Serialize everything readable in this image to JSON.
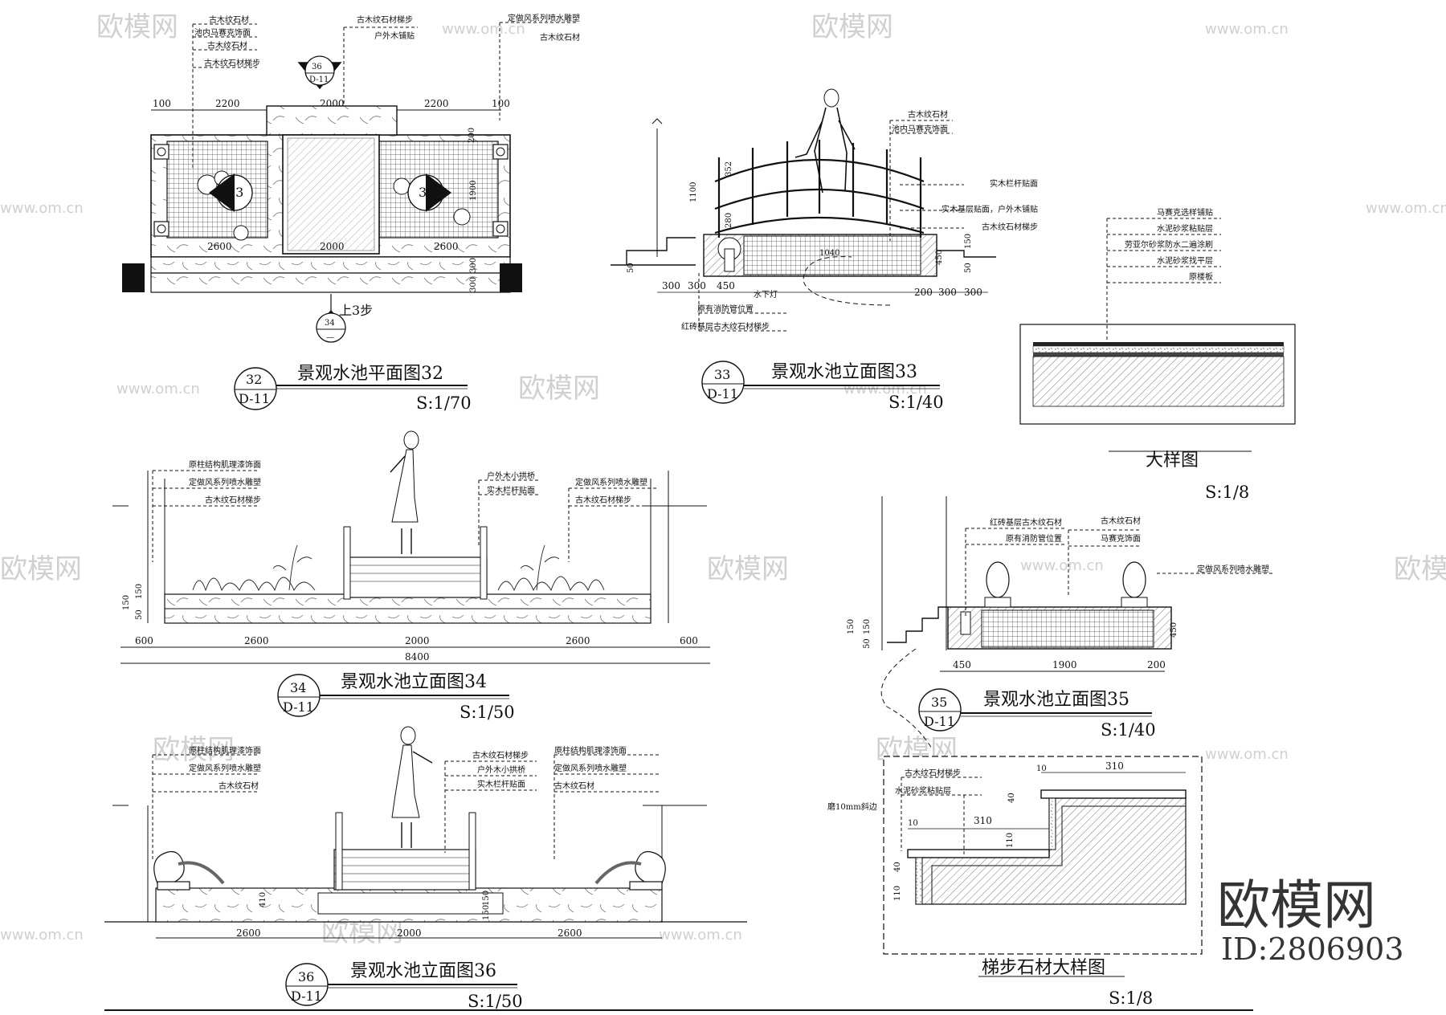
{
  "watermarks": {
    "brand_cn": "欧模网",
    "site": "www.om.cn",
    "id_label": "ID:2806903"
  },
  "drawings": {
    "plan32": {
      "title": "景观水池平面图32",
      "scale": "S:1/70",
      "ref_num": "32",
      "ref_sheet": "D-11",
      "callouts": [
        "古木纹石材",
        "池内马赛克饰面",
        "古木纹石材",
        "古木纹石材梯步"
      ],
      "callouts_top": [
        "古木纹石材梯步",
        "户外木铺贴"
      ],
      "callouts_right": [
        "定做风系列喷水雕塑",
        "古木纹石材"
      ],
      "dims_top": [
        "100",
        "2200",
        "2000",
        "2200",
        "100"
      ],
      "dims_inner": [
        "2600",
        "2000",
        "2600"
      ],
      "dims_side": [
        "200",
        "1900",
        "300",
        "300"
      ],
      "section_marks": [
        {
          "num": "36",
          "sheet": "D-11"
        },
        {
          "num": "33",
          "sheet": ""
        },
        {
          "num": "35",
          "sheet": ""
        },
        {
          "num": "34",
          "sheet": "—"
        }
      ],
      "step_note": "上3步"
    },
    "elev33": {
      "title": "景观水池立面图33",
      "scale": "S:1/40",
      "ref_num": "33",
      "ref_sheet": "D-11",
      "callouts_right": [
        "古木纹石材",
        "池内马赛克饰面",
        "实木栏杆贴面",
        "实木基层贴面，户外木铺贴",
        "古木纹石材梯步"
      ],
      "callouts_bottom": [
        "原有消防管位置",
        "红砖基层古木纹石材梯步",
        "水下灯"
      ],
      "dims": [
        "1100",
        "352",
        "280",
        "50",
        "300",
        "300",
        "450",
        "450",
        "150",
        "50",
        "200",
        "300",
        "300",
        "1040"
      ]
    },
    "detail": {
      "title": "大样图",
      "scale": "S:1/8",
      "layers": [
        "马赛克选样铺贴",
        "水泥砂浆粘贴层",
        "劳亚尔砂浆防水二遍涂刷",
        "水泥砂浆找平层",
        "原楼板"
      ]
    },
    "elev34": {
      "title": "景观水池立面图34",
      "scale": "S:1/50",
      "ref_num": "34",
      "ref_sheet": "D-11",
      "callouts_left": [
        "原柱结构肌理漆饰面",
        "定做风系列喷水雕塑",
        "古木纹石材梯步"
      ],
      "callouts_mid": [
        "户外木小拱桥",
        "实木栏杆贴面"
      ],
      "callouts_right": [
        "定做风系列喷水雕塑",
        "古木纹石材梯步"
      ],
      "dims": [
        "600",
        "2600",
        "2000",
        "2600",
        "600"
      ],
      "total": "8400",
      "side_dims": [
        "150",
        "150",
        "50"
      ]
    },
    "elev35": {
      "title": "景观水池立面图35",
      "scale": "S:1/40",
      "ref_num": "35",
      "ref_sheet": "D-11",
      "callouts_left": [
        "红砖基层古木纹石材",
        "原有消防管位置"
      ],
      "callouts_right": [
        "古木纹石材",
        "马赛克饰面"
      ],
      "callout_far": "定做风系列喷水雕塑",
      "dims": [
        "450",
        "1900",
        "200"
      ],
      "side_dims": [
        "150",
        "50",
        "150",
        "450"
      ]
    },
    "elev36": {
      "title": "景观水池立面图36",
      "scale": "S:1/50",
      "ref_num": "36",
      "ref_sheet": "D-11",
      "callouts_left": [
        "原柱结构肌理漆饰面",
        "定做风系列喷水雕塑",
        "古木纹石材"
      ],
      "callouts_mid": [
        "古木纹石材梯步",
        "户外木小拱桥",
        "实木栏杆贴面"
      ],
      "callouts_right": [
        "原柱结构肌理漆饰面",
        "定做风系列喷水雕塑",
        "古木纹石材"
      ],
      "dims": [
        "2600",
        "2000",
        "2600"
      ],
      "side_dims": [
        "410",
        "150",
        "150"
      ]
    },
    "stair": {
      "title": "梯步石材大样图",
      "scale": "S:1/8",
      "callouts": [
        "古木纹石材梯步",
        "水泥砂浆粘贴层"
      ],
      "edge_note": "磨10mm斜边",
      "dims": [
        "10",
        "310",
        "40",
        "10",
        "310",
        "110",
        "40",
        "110"
      ]
    }
  }
}
